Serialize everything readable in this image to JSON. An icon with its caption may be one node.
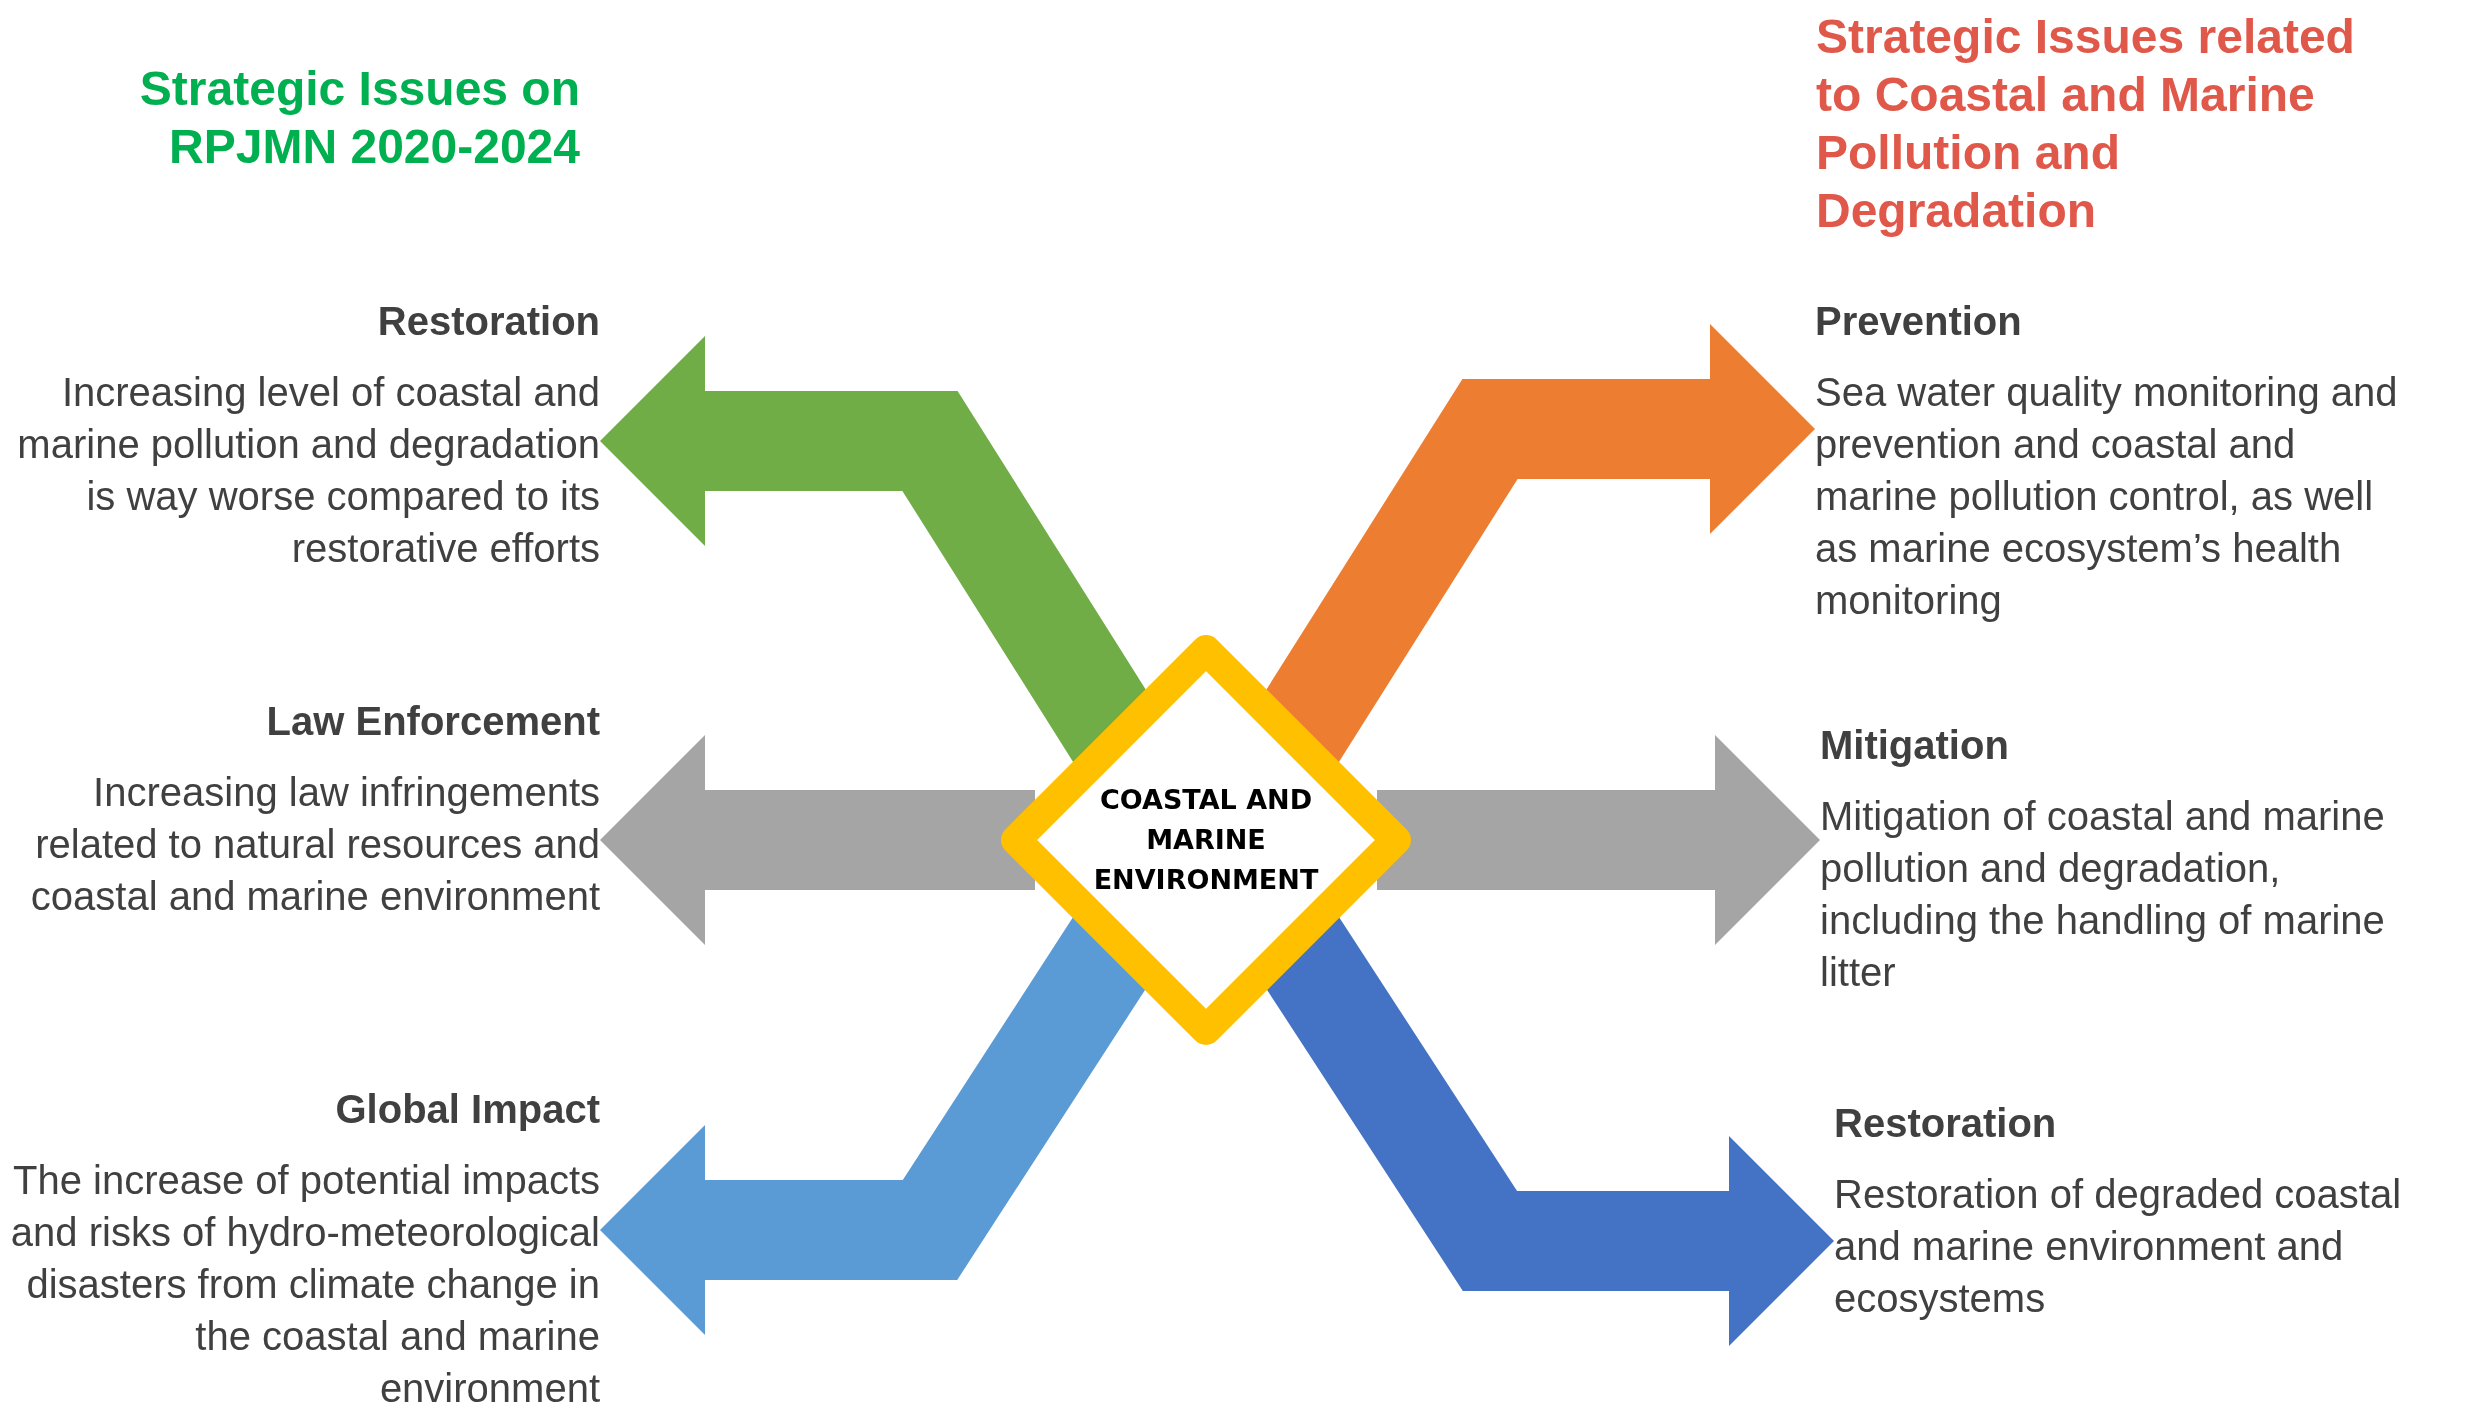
{
  "diagram": {
    "nodes": [
      {
        "text": [
          "COASTAL AND MARINE ENVIRONMENT"
        ]
      },
      {
        "text": [
          "Restoration",
          "Increasing level of coastal and marine pollution and degradation is way worse compared to its restorative efforts"
        ]
      },
      {
        "text": [
          "Law Enforcement",
          "Increasing law infringements related to natural resources and coastal and marine environment"
        ]
      },
      {
        "text": [
          "Global Impact",
          "The increase of potential impacts and risks of hydro-meteorological disasters from climate change in the coastal and marine environment"
        ]
      },
      {
        "text": [
          "Prevention",
          "Sea water quality monitoring and prevention and coastal and marine pollution control, as well as marine ecosystem’s health monitoring"
        ]
      },
      {
        "text": [
          "Mitigation",
          "Mitigation of coastal and marine pollution and degradation, including the handling of marine litter"
        ]
      },
      {
        "text": [
          "Restoration",
          "Restoration of degraded coastal and marine environment and ecosystems"
        ]
      }
    ],
    "edges": [
      {
        "from": 0,
        "to": 1,
        "arrow": "to",
        "color": "#70ad47"
      },
      {
        "from": 0,
        "to": 2,
        "arrow": "to",
        "color": "#a5a5a5"
      },
      {
        "from": 0,
        "to": 3,
        "arrow": "to",
        "color": "#5b9bd5"
      },
      {
        "from": 0,
        "to": 4,
        "arrow": "to",
        "color": "#ed7d31"
      },
      {
        "from": 0,
        "to": 5,
        "arrow": "to",
        "color": "#a5a5a5"
      },
      {
        "from": 0,
        "to": 6,
        "arrow": "to",
        "color": "#4472c4"
      }
    ],
    "labels": [
      "Strategic Issues on RPJMN 2020-2024",
      "Strategic Issues related to Coastal and Marine Pollution and Degradation"
    ]
  }
}
